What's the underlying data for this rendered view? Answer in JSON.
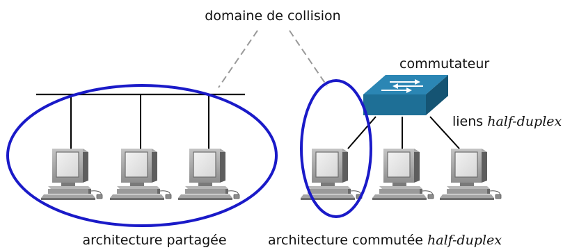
{
  "labels": {
    "collision_domain": "domaine de collision",
    "switch": "commutateur",
    "links_prefix": "liens ",
    "links_mode": "half-duplex",
    "left_caption": "architecture partagée",
    "right_caption_prefix": "architecture commutée ",
    "right_caption_mode": "half-duplex"
  },
  "colors": {
    "ellipse_stroke": "#1a1ac8",
    "switch_front": "#1e6f96",
    "switch_top": "#2b86b4",
    "switch_side": "#155473",
    "dashed_line": "#999999"
  },
  "icons": [
    "computer-icon",
    "switch-icon"
  ]
}
